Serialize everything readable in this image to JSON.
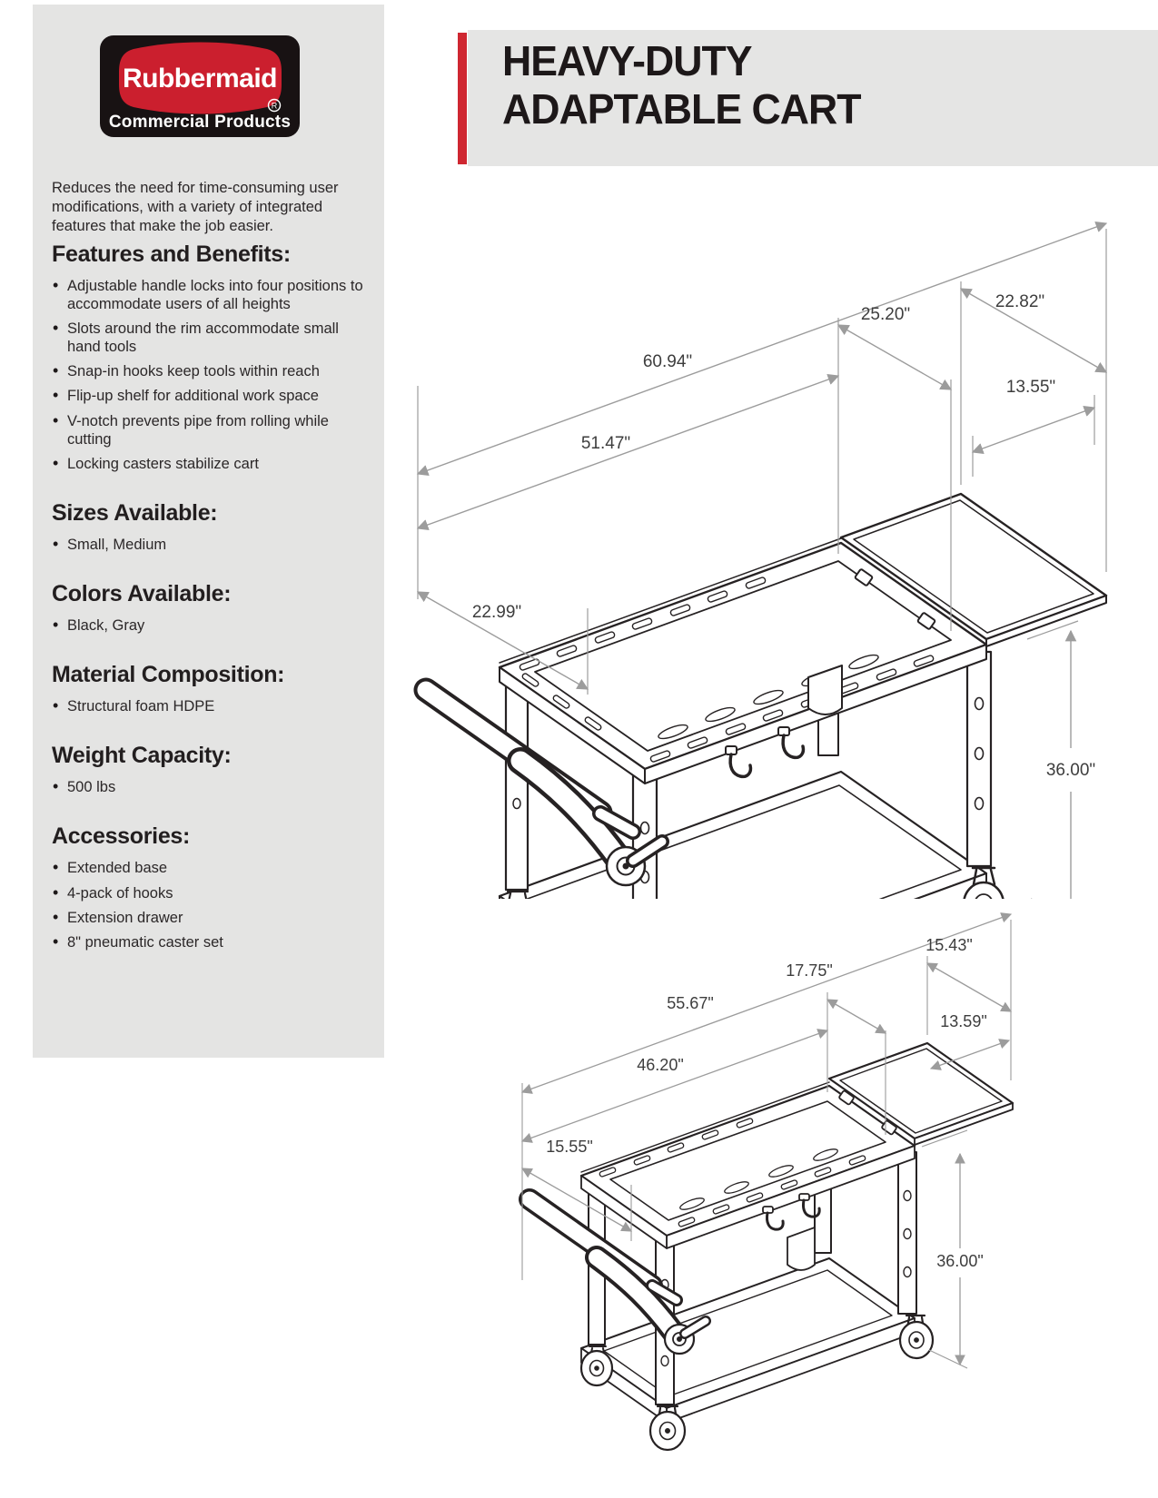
{
  "logo": {
    "brand": "Rubbermaid",
    "division": "Commercial Products",
    "registered": "R",
    "red": "#cb1f2e",
    "black": "#181213"
  },
  "header": {
    "title_line1": "HEAVY-DUTY",
    "title_line2": "ADAPTABLE CART",
    "accent_color": "#cf2731",
    "bg_color": "#e5e5e4"
  },
  "sidebar": {
    "bg_color": "#e4e4e3",
    "intro": "Reduces the need for time-consuming user modifications, with a variety of integrated features that make the job easier.",
    "sections": [
      {
        "heading": "Features and Benefits:",
        "items": [
          "Adjustable handle locks into four positions to accommodate users of all heights",
          "Slots around the rim accommodate small hand tools",
          "Snap-in hooks keep tools within reach",
          "Flip-up shelf for additional work space",
          "V-notch prevents pipe from rolling while cutting",
          "Locking casters stabilize cart"
        ]
      },
      {
        "heading": "Sizes Available:",
        "items": [
          "Small, Medium"
        ]
      },
      {
        "heading": "Colors Available:",
        "items": [
          "Black, Gray"
        ]
      },
      {
        "heading": "Material Composition:",
        "items": [
          "Structural foam HDPE"
        ]
      },
      {
        "heading": "Weight Capacity:",
        "items": [
          "500 lbs"
        ]
      },
      {
        "heading": "Accessories:",
        "items": [
          "Extended base",
          "4-pack of hooks",
          "Extension drawer",
          "8\" pneumatic caster set"
        ]
      }
    ]
  },
  "drawings": [
    {
      "id": "medium-cart",
      "dims": {
        "overall_length": "60.94\"",
        "body_length": "51.47\"",
        "end_width": "22.82\"",
        "deck_width": "25.20\"",
        "shelf_length": "13.55\"",
        "handle_depth": "22.99\"",
        "height": "36.00\""
      }
    },
    {
      "id": "small-cart",
      "dims": {
        "overall_length": "55.67\"",
        "body_length": "46.20\"",
        "deck_width": "17.75\"",
        "shelf_width": "15.43\"",
        "shelf_length": "13.59\"",
        "handle_depth": "15.55\"",
        "height": "36.00\""
      }
    }
  ]
}
